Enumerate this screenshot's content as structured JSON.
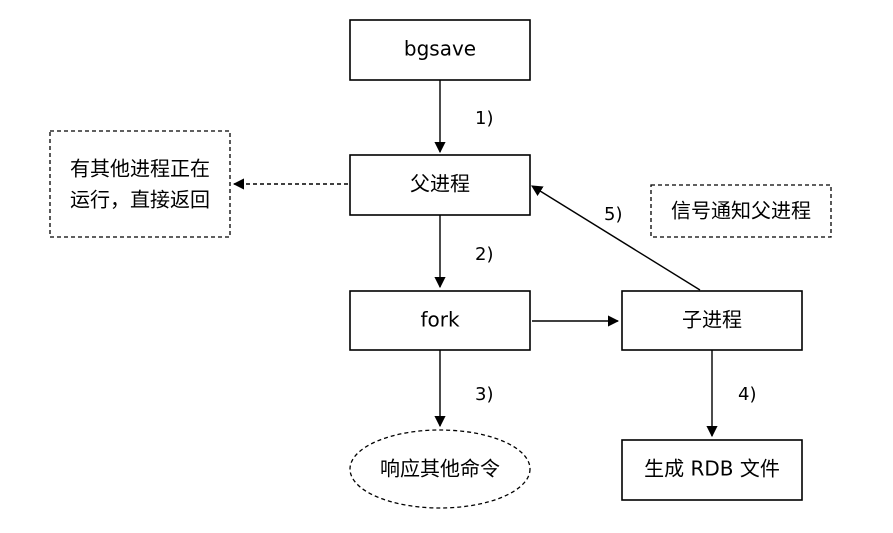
{
  "nodes": {
    "bgsave": "bgsave",
    "parent": "父进程",
    "fork": "fork",
    "child": "子进程",
    "rdb": "生成 RDB 文件",
    "respond": "响应其他命令",
    "busy_line1": "有其他进程正在",
    "busy_line2": "运行，直接返回",
    "signal": "信号通知父进程"
  },
  "steps": {
    "s1": "1)",
    "s2": "2)",
    "s3": "3)",
    "s4": "4)",
    "s5": "5)"
  }
}
